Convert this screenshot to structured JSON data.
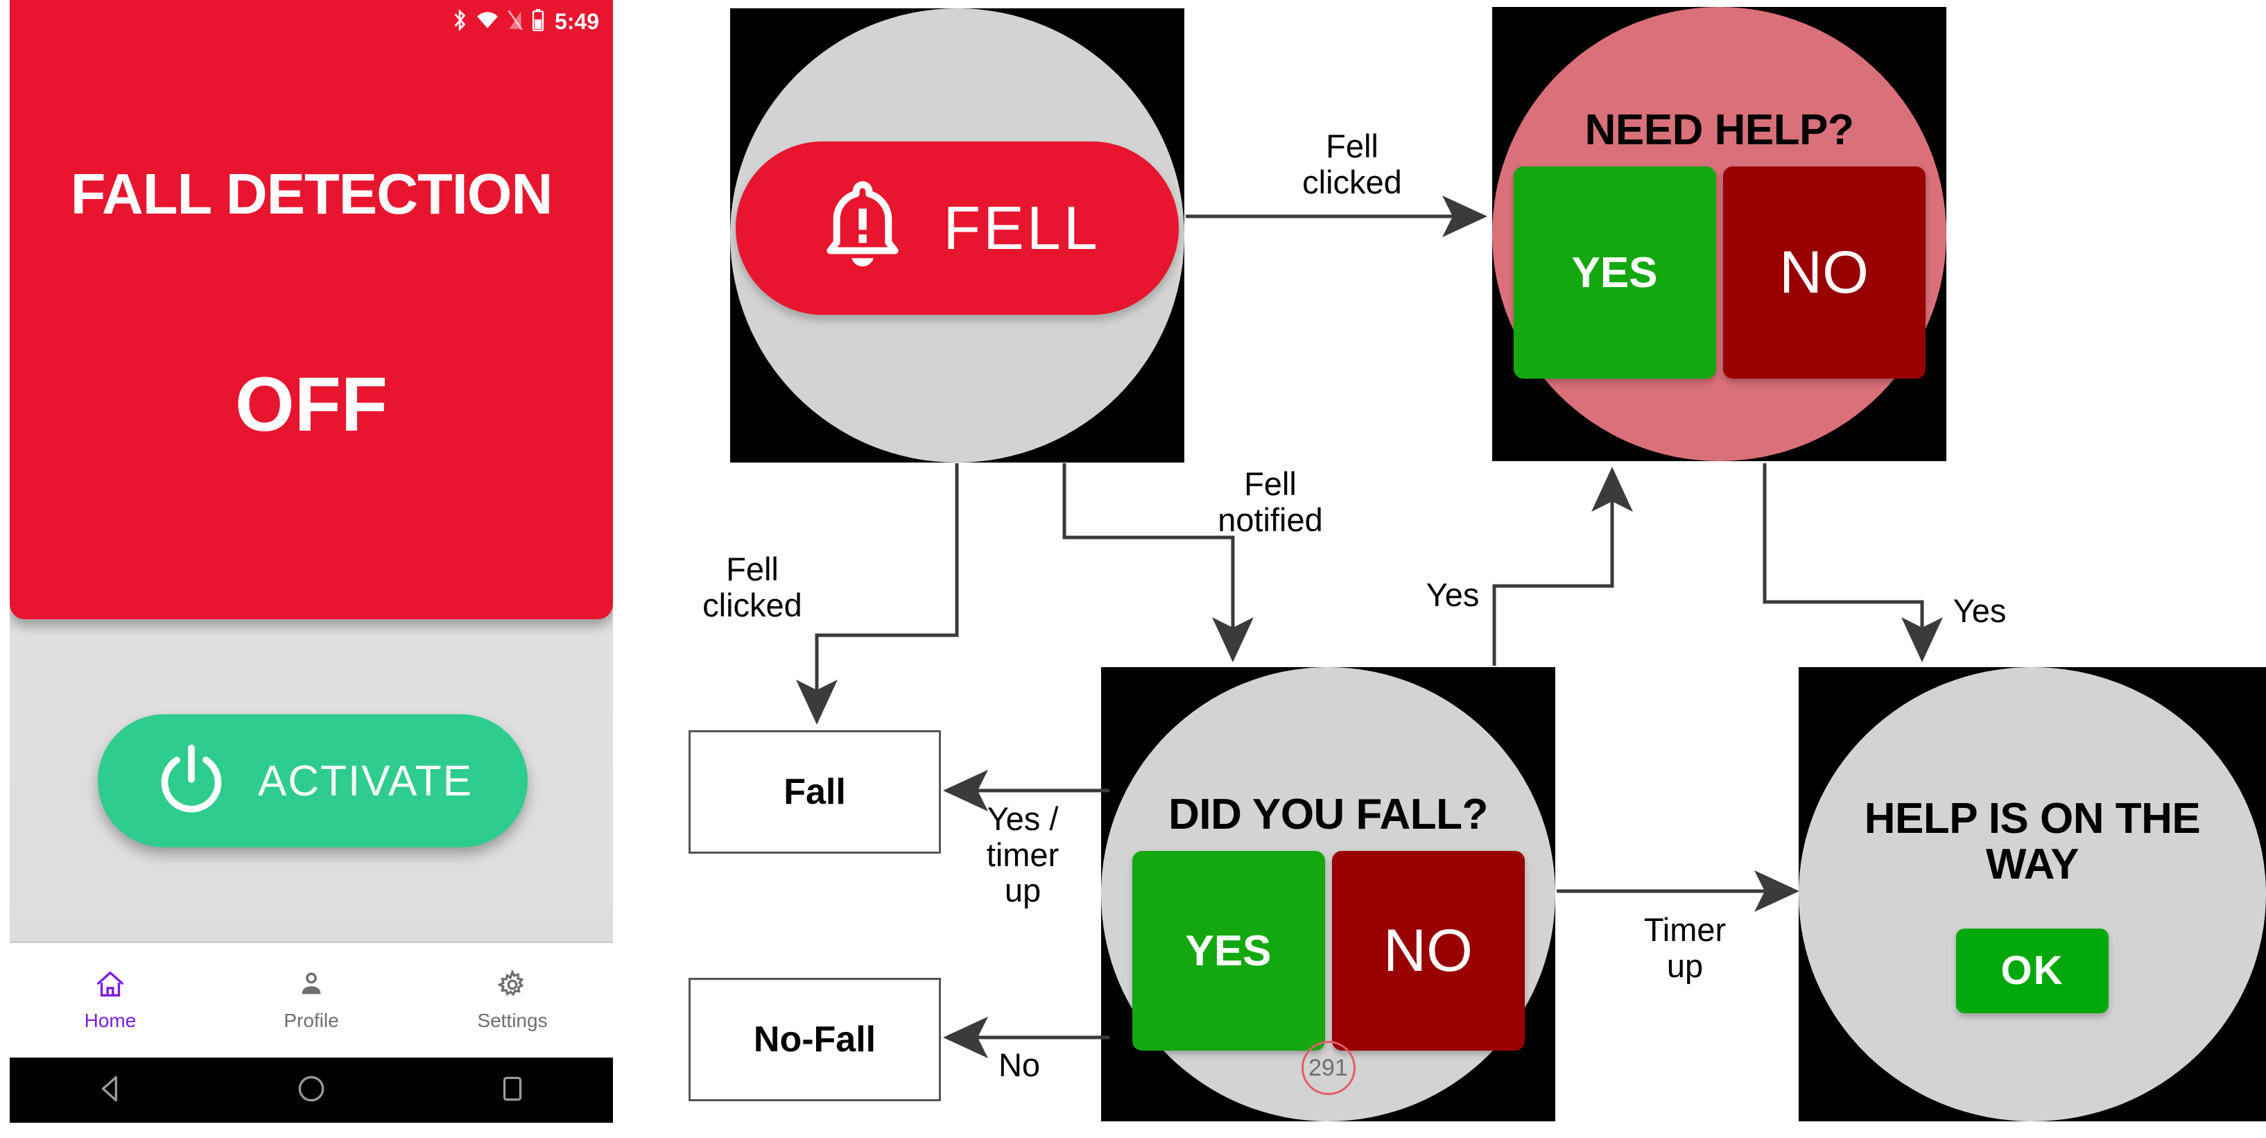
{
  "phone": {
    "status_bar": {
      "time": "5:49",
      "icons": [
        "bluetooth-icon",
        "wifi-icon",
        "no-sim-icon",
        "battery-icon"
      ]
    },
    "app_title": "FALL DETECTION",
    "status_value": "OFF",
    "activate_button": {
      "label": "ACTIVATE",
      "icon": "power-icon",
      "color": "#2ECC8F"
    },
    "bottom_nav": [
      {
        "label": "Home",
        "icon": "home-icon",
        "active": true
      },
      {
        "label": "Profile",
        "icon": "person-icon",
        "active": false
      },
      {
        "label": "Settings",
        "icon": "gear-icon",
        "active": false
      }
    ],
    "system_nav": [
      "back-triangle-icon",
      "home-circle-icon",
      "recents-square-icon"
    ],
    "colors": {
      "card_red": "#E8152F",
      "accent_purple": "#7B1FE0",
      "nav_inactive": "#6E6E6E"
    }
  },
  "flow": {
    "nodes": {
      "fell_watch": {
        "button_label": "FELL",
        "button_icon": "alert-bell-icon",
        "face_color": "#D3D3D3",
        "button_color": "#E8152F"
      },
      "need_help_watch": {
        "title": "NEED HELP?",
        "yes_label": "YES",
        "no_label": "NO",
        "face_color": "#D9707A",
        "yes_color": "#14A810",
        "no_color": "#990000"
      },
      "did_you_fall_watch": {
        "title": "DID YOU FALL?",
        "yes_label": "YES",
        "no_label": "NO",
        "timer_value": "291",
        "face_color": "#D3D3D3",
        "yes_color": "#14A810",
        "no_color": "#990000",
        "timer_ring_color": "#E8596A"
      },
      "help_on_way_watch": {
        "title": "HELP IS ON THE WAY",
        "ok_label": "OK",
        "face_color": "#D3D3D3",
        "ok_color": "#00A80B"
      },
      "fall_box": {
        "label": "Fall"
      },
      "no_fall_box": {
        "label": "No-Fall"
      }
    },
    "edges": [
      {
        "id": "fell-clicked-to-need-help",
        "label": "Fell\nclicked"
      },
      {
        "id": "fell-clicked-to-fall",
        "label": "Fell\nclicked"
      },
      {
        "id": "fell-notified-to-did-you-fall",
        "label": "Fell\nnotified"
      },
      {
        "id": "did-you-fall-yes-to-need-help",
        "label": "Yes"
      },
      {
        "id": "need-help-yes-to-help-on-way",
        "label": "Yes"
      },
      {
        "id": "did-you-fall-to-fall",
        "label": "Yes /\ntimer\nup"
      },
      {
        "id": "did-you-fall-to-no-fall",
        "label": "No"
      },
      {
        "id": "did-you-fall-timer-up-to-help",
        "label": "Timer\nup"
      }
    ]
  }
}
